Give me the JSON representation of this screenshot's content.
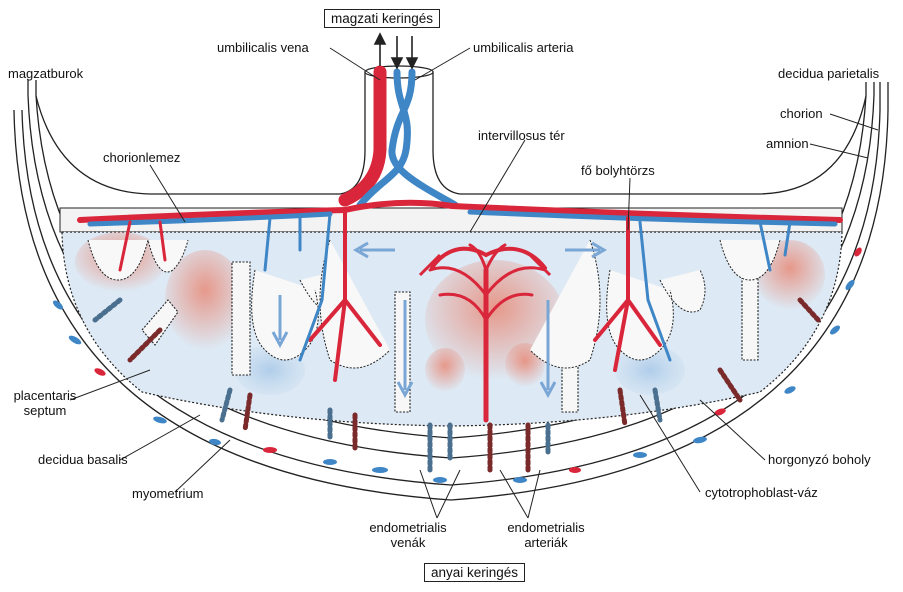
{
  "boxes": {
    "top": "magzati keringés",
    "bottom": "anyai keringés"
  },
  "labels": {
    "umbilical_vein": "umbilicalis vena",
    "umbilical_artery": "umbilicalis arteria",
    "fetal_membrane": "magzatburok",
    "decidua_parietalis": "decidua parietalis",
    "chorion": "chorion",
    "amnion": "amnion",
    "chorionic_plate": "chorionlemez",
    "intervillous_space": "intervillosus tér",
    "main_stem_villus": "fő bolyhtörzs",
    "placental_septum_1": "placentaris",
    "placental_septum_2": "septum",
    "decidua_basalis": "decidua basalis",
    "myometrium": "myometrium",
    "anchoring_villus": "horgonyzó boholy",
    "cytotrophoblast_shell": "cytotrophoblast-váz",
    "endometrial_veins_1": "endometrialis",
    "endometrial_veins_2": "venák",
    "endometrial_arteries_1": "endometrialis",
    "endometrial_arteries_2": "arteriák"
  },
  "colors": {
    "artery": "#d9263a",
    "vein": "#3f86c6",
    "intervillous_fill": "#dbe9f5",
    "maternal_blood": "#e9a995",
    "outline": "#222222"
  }
}
